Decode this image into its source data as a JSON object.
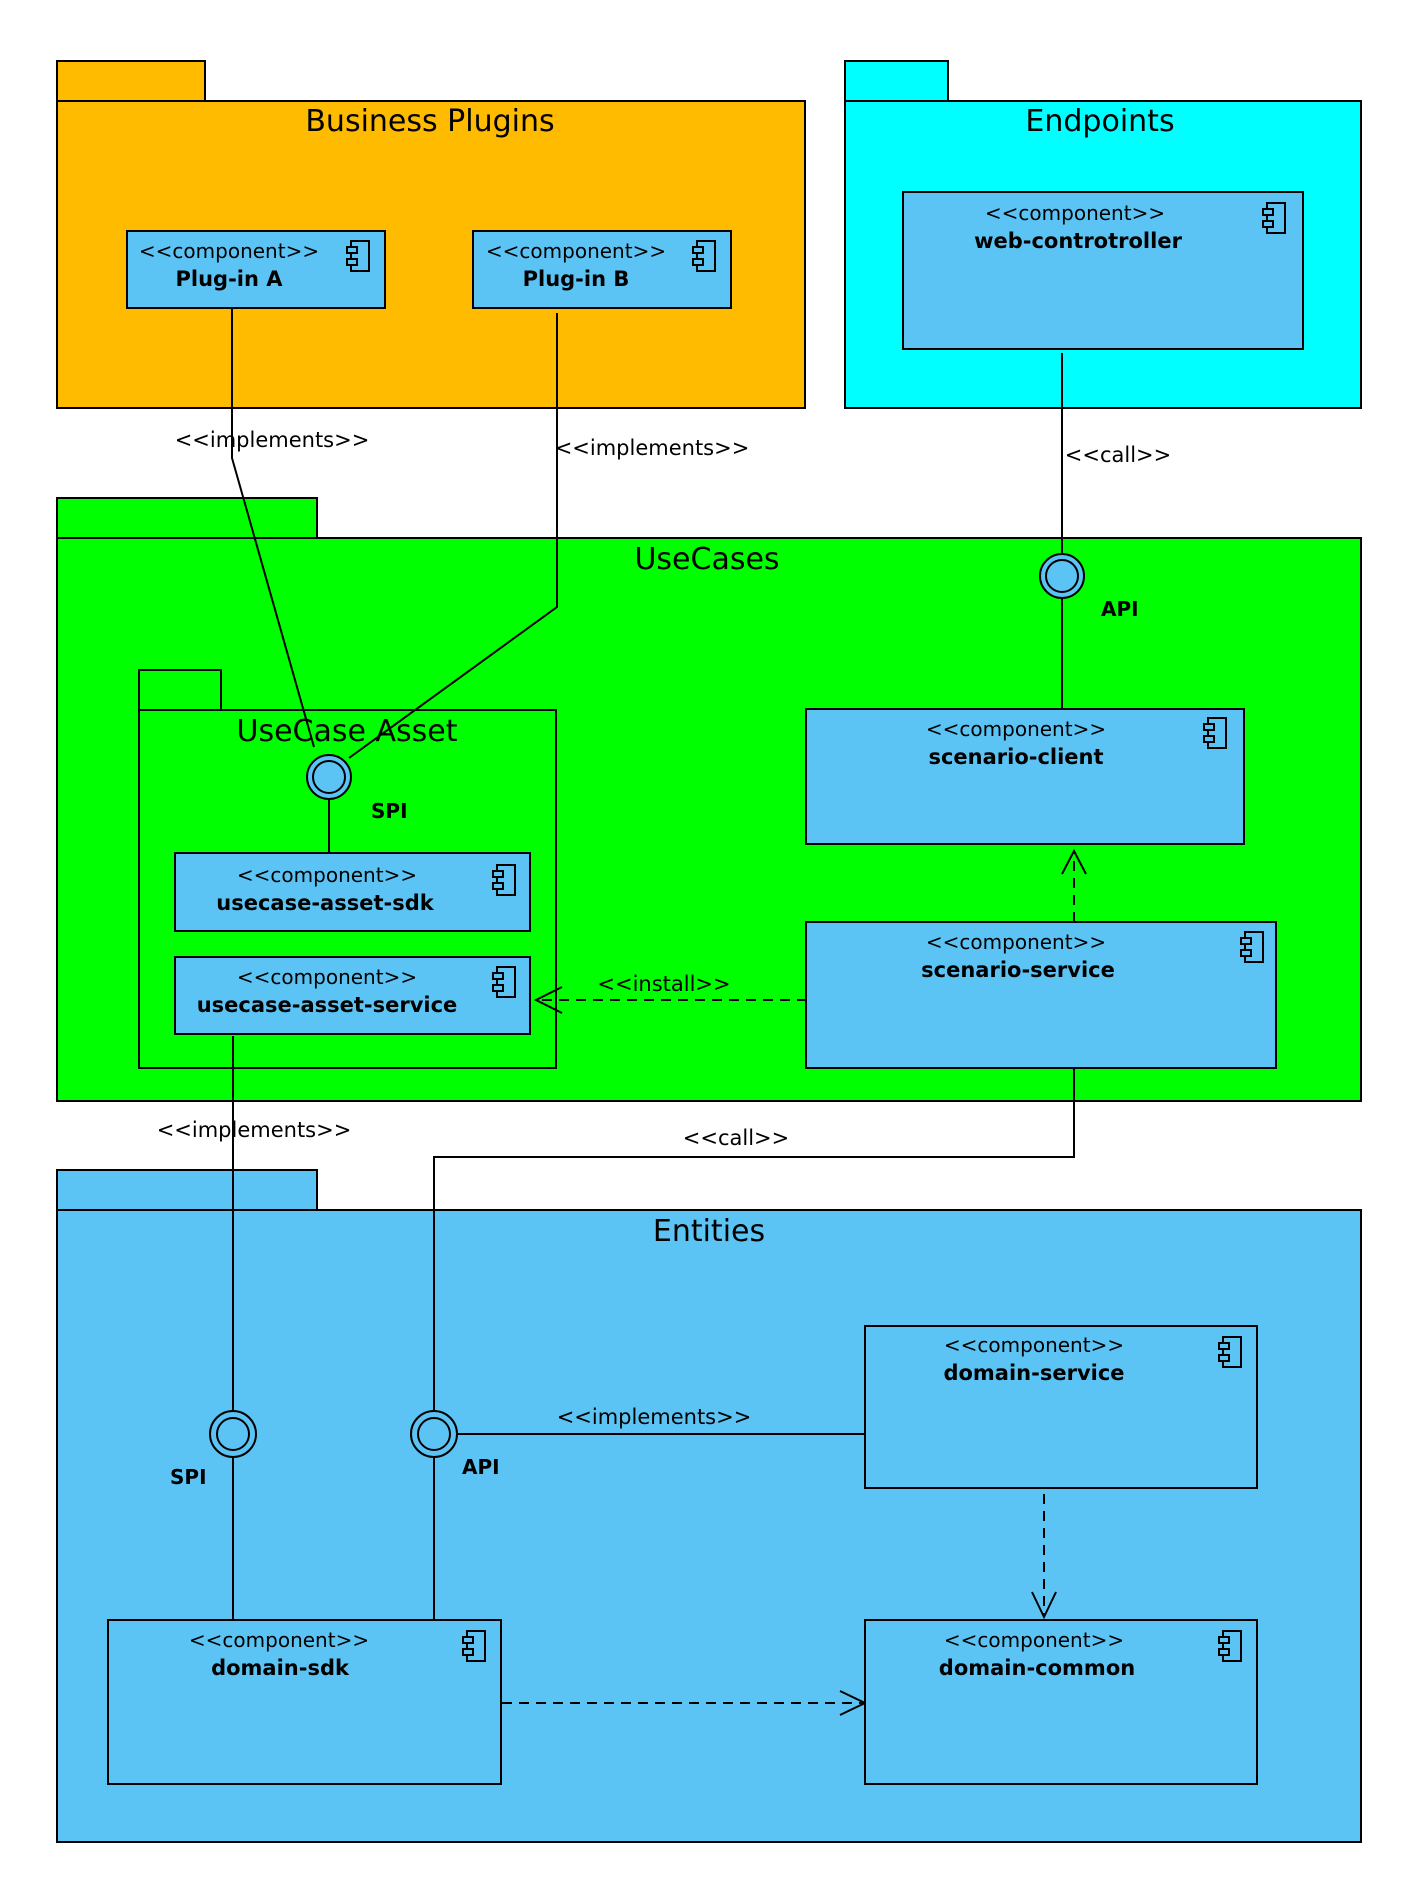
{
  "colors": {
    "business_plugins": "#ffbb00",
    "endpoints": "#00ffff",
    "usecases": "#00ff00",
    "usecase_asset": "#00ff00",
    "entities": "#5bc4f5",
    "component": "#5bc4f5",
    "stroke": "#000000"
  },
  "packages": {
    "business_plugins": "Business Plugins",
    "endpoints": "Endpoints",
    "usecases": "UseCases",
    "usecase_asset": "UseCase Asset",
    "entities": "Entities"
  },
  "stereotype": "<<component>>",
  "components": {
    "plugin_a": "Plug-in A",
    "plugin_b": "Plug-in B",
    "web_controller": "web-controtroller",
    "scenario_client": "scenario-client",
    "usecase_asset_sdk": "usecase-asset-sdk",
    "usecase_asset_service": "usecase-asset-service",
    "scenario_service": "scenario-service",
    "domain_service": "domain-service",
    "domain_sdk": "domain-sdk",
    "domain_common": "domain-common"
  },
  "interfaces": {
    "usecases_api": "API",
    "asset_spi": "SPI",
    "entities_spi": "SPI",
    "entities_api": "API"
  },
  "edge_labels": {
    "plugin_a_implements": "<<implements>>",
    "plugin_b_implements": "<<implements>>",
    "web_call": "<<call>>",
    "install": "<<install>>",
    "asset_service_implements": "<<implements>>",
    "scenario_call": "<<call>>",
    "domain_service_implements": "<<implements>>"
  },
  "icon": "component-icon"
}
